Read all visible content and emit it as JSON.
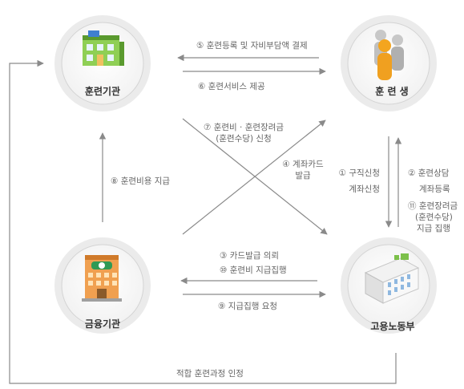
{
  "nodes": {
    "training_institution": "훈련기관",
    "trainee": "훈 련 생",
    "financial_institution": "금융기관",
    "ministry_of_labor": "고용노동부"
  },
  "edges": {
    "e5": "⑤ 훈련등록 및 자비부담액 결제",
    "e6": "⑥ 훈련서비스 제공",
    "e7_line1": "⑦ 훈련비 · 훈련장려금",
    "e7_line2": "(훈련수당) 신청",
    "e4_line1": "④ 계좌카드",
    "e4_line2": "발급",
    "e1_line1": "① 구직신청",
    "e1_line2": "계좌신청",
    "e2_line1": "② 훈련상담",
    "e2_line2": "계좌등록",
    "e11_line1": "⑪ 훈련장려금",
    "e11_line2": "(훈련수당)",
    "e11_line3": "지급 집행",
    "e8": "⑧ 훈련비용 지급",
    "e3": "③ 카드발급 의뢰",
    "e10": "⑩ 훈련비 지급집행",
    "e9": "⑨ 지급집행 요청",
    "bottom": "적합 훈련과정 인정"
  },
  "colors": {
    "circle_fill": "#ebebeb",
    "circle_ring": "#cfcfcf",
    "arrow": "#8a8a8a",
    "text": "#666666",
    "building_green": "#7cc04a",
    "building_orange": "#f2a24a",
    "person_orange": "#f0a020",
    "person_gray": "#b8b8b8"
  }
}
